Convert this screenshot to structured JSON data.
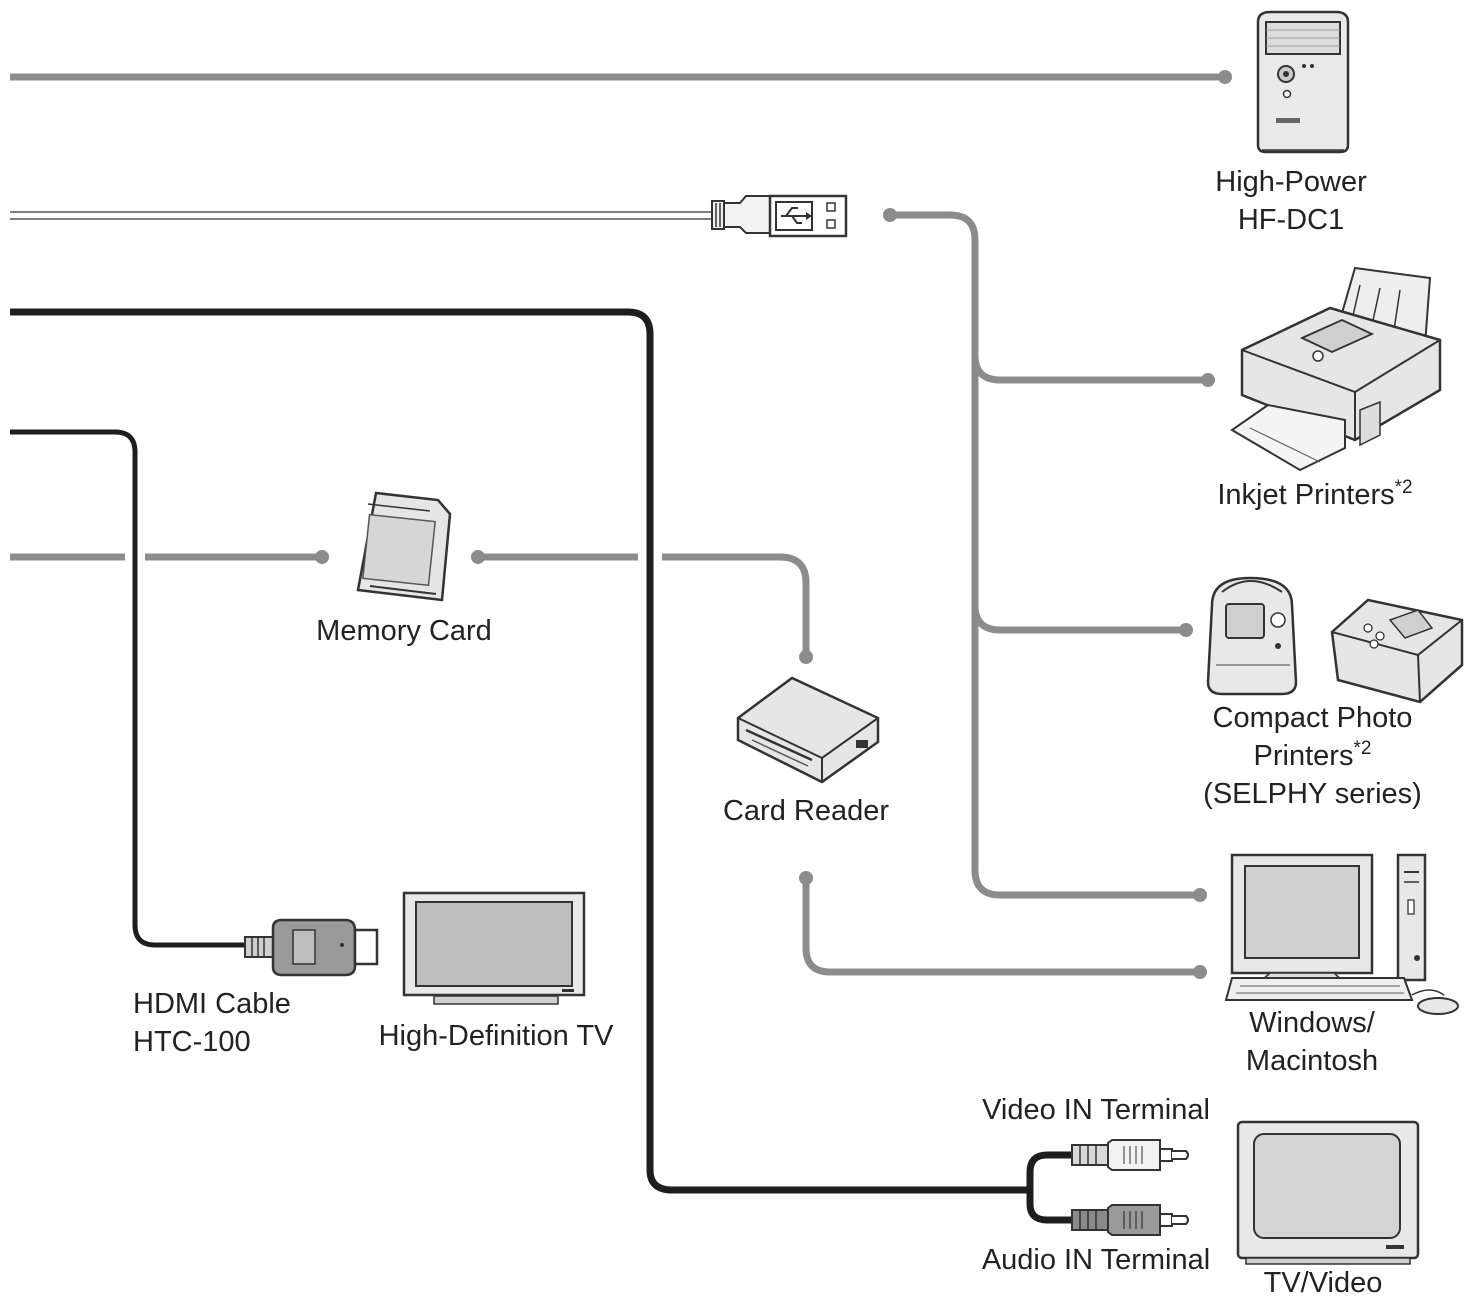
{
  "devices": {
    "flash": {
      "line1": "High-Power",
      "line2": "HF-DC1"
    },
    "inkjet": {
      "label": "Inkjet Printers",
      "note": "*2"
    },
    "compact_printers": {
      "line1": "Compact Photo",
      "line2": "Printers",
      "note": "*2",
      "line3": "(SELPHY series)"
    },
    "computer": {
      "line1": "Windows/",
      "line2": "Macintosh"
    },
    "memory_card": {
      "label": "Memory Card"
    },
    "card_reader": {
      "label": "Card Reader"
    },
    "hdmi_cable": {
      "line1": "HDMI Cable",
      "line2": "HTC-100"
    },
    "hdtv": {
      "label": "High-Definition TV"
    },
    "video_terminal": {
      "label": "Video IN Terminal"
    },
    "audio_terminal": {
      "label": "Audio IN Terminal"
    },
    "tv_video": {
      "label": "TV/Video"
    }
  },
  "colors": {
    "gray_line": "#8c8c8c",
    "black_line": "#1e1e1e",
    "device_fill": "#e6e6e6",
    "device_stroke": "#333333"
  }
}
